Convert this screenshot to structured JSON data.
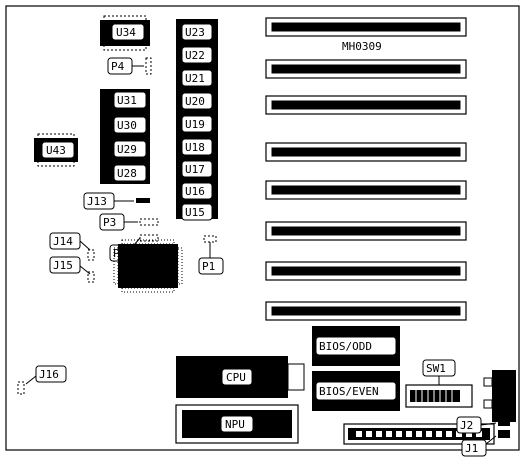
{
  "board": {
    "model": "MH0309",
    "labels": {
      "u34": "U34",
      "u23": "U23",
      "u22": "U22",
      "u21": "U21",
      "u20": "U20",
      "u19": "U19",
      "u18": "U18",
      "u17": "U17",
      "u16": "U16",
      "u15": "U15",
      "u31": "U31",
      "u30": "U30",
      "u29": "U29",
      "u28": "U28",
      "u43": "U43",
      "p4": "P4",
      "p3": "P3",
      "p2": "P2",
      "p1": "P1",
      "j13": "J13",
      "j14": "J14",
      "j15": "J15",
      "j16": "J16",
      "j1": "J1",
      "j2": "J2",
      "cpu": "CPU",
      "npu": "NPU",
      "bios_odd": "BIOS/ODD",
      "bios_even": "BIOS/EVEN",
      "sw1": "SW1"
    }
  }
}
